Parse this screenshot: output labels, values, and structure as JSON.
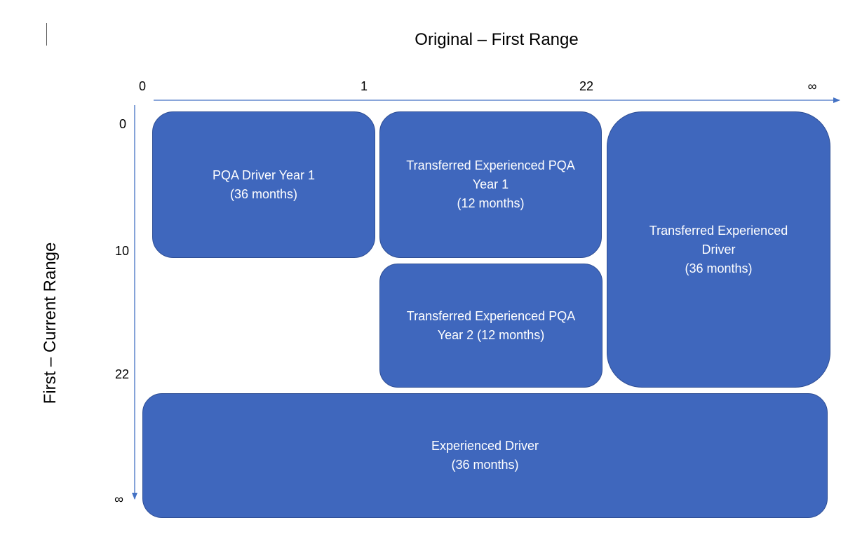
{
  "diagram": {
    "x_axis_title": "Original – First Range",
    "y_axis_title": "First – Current Range",
    "x_ticks": [
      "0",
      "1",
      "22",
      "∞"
    ],
    "y_ticks": [
      "0",
      "10",
      "22",
      "∞"
    ],
    "box_color": "#3f67bd",
    "axis_color": "#4472c4",
    "boxes": [
      {
        "label": "PQA Driver Year 1\n(36 months)"
      },
      {
        "label": "Transferred Experienced PQA\nYear 1\n(12 months)"
      },
      {
        "label": "Transferred Experienced PQA\nYear 2 (12 months)"
      },
      {
        "label": "Transferred Experienced\nDriver\n(36 months)"
      },
      {
        "label": "Experienced Driver\n(36 months)"
      }
    ]
  }
}
